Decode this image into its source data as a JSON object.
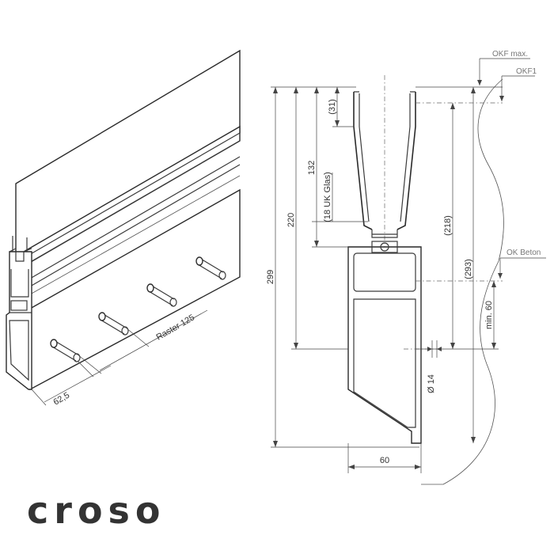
{
  "brand": {
    "logo_text": "croso"
  },
  "iso_view": {
    "labels": {
      "raster": "Raster 125",
      "offset": "62,5"
    }
  },
  "section_view": {
    "dimensions": {
      "d299": "299",
      "d220": "220",
      "d132": "132",
      "d31": "(31)",
      "d18": "(18 UK Glas)",
      "d218": "(218)",
      "d293": "(293)",
      "dmin60": "min. 60",
      "d14": "Ø 14",
      "d60": "60"
    },
    "levels": {
      "okf_max": "OKF max.",
      "okf1": "OKF1",
      "ok_beton": "OK Beton"
    }
  }
}
